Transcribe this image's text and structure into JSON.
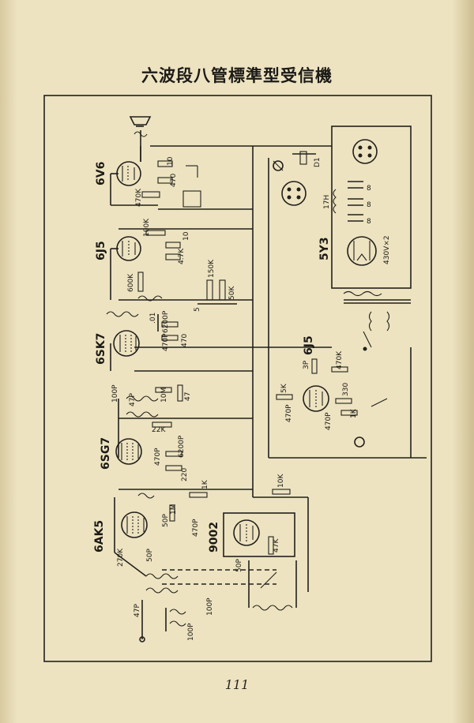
{
  "title": "六波段八管標準型受信機",
  "page_number": "111",
  "tubes": [
    "6V6",
    "6J5",
    "6SK7",
    "6SG7",
    "6AK5",
    "9002",
    "6J5",
    "5Y3"
  ],
  "component_labels": {
    "c_10_a": "10",
    "r_470_a": "470",
    "r_470k_a": "470K",
    "r_100k": "100K",
    "c_10_b": "10",
    "r_47k": "4.7K",
    "r_600k": "600K",
    "c_150k": "150K",
    "r_50k": "50K",
    "c_5": "5",
    "c_01": ".01",
    "c_6200p_a": "6200P",
    "c_470p_a": "470P",
    "r_470_b": "470",
    "c_100p_a": "100P",
    "c_47p_a": "47P",
    "r_10m": "10M",
    "r_47": "47",
    "r_22k": "22K",
    "c_470p_b": "470P",
    "c_6200p_b": "6200P",
    "r_220": "220",
    "r_1k_a": "1K",
    "r_1m": "1M",
    "c_50p_a": "50P",
    "c_470p_c": "470P",
    "r_10k": "10K",
    "r_270k": "270K",
    "c_50p_b": "50P",
    "r_47k_b": "47K",
    "c_50p_c": "50P",
    "c_47p_b": "47P",
    "c_100p_b": "100P",
    "c_100p_c": "100P",
    "c_3p": "3P",
    "r_470k_b": "470K",
    "r_5k": "5K",
    "c_470p_d": "470P",
    "r_330": "330",
    "r_1k_b": "1K",
    "c_470p_e": "470P",
    "l_17h": "17H",
    "c_8_a": "8",
    "c_8_b": "8",
    "c_8_c": "8",
    "t_430v": "430V×2",
    "c_01_b": "D1"
  }
}
